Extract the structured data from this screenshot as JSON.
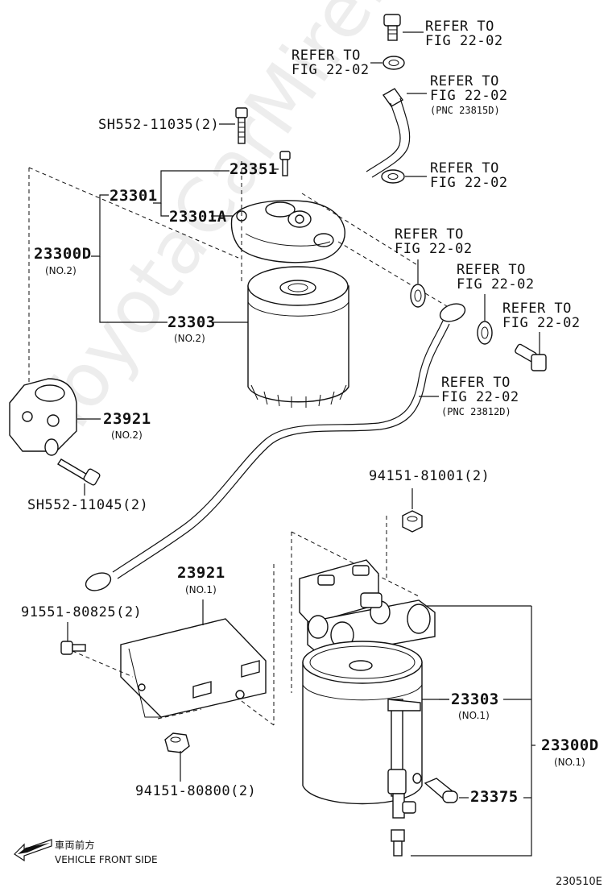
{
  "watermark": "ToyotaCarMire.ru",
  "figure_id": "230510E",
  "direction": {
    "jp": "車両前方",
    "en": "VEHICLE FRONT SIDE"
  },
  "refer": {
    "r1": [
      "REFER TO",
      "FIG 22-02"
    ],
    "r2": [
      "REFER TO",
      "FIG 22-02"
    ],
    "r3": [
      "REFER TO",
      "FIG 22-02",
      "(PNC 23815D)"
    ],
    "r4": [
      "REFER TO",
      "FIG 22-02"
    ],
    "r5": [
      "REFER TO",
      "FIG 22-02"
    ],
    "r6": [
      "REFER TO",
      "FIG 22-02"
    ],
    "r7": [
      "REFER TO",
      "FIG 22-02"
    ],
    "r8": [
      "REFER TO",
      "FIG 22-02",
      "(PNC 23812D)"
    ]
  },
  "parts": {
    "sh552_11035": "SH552-11035(2)",
    "p23351": "23351",
    "p23301": "23301",
    "p23301a": "23301A",
    "p23300d_top": "23300D",
    "p23300d_top_sub": "(NO.2)",
    "p23303_top": "23303",
    "p23303_top_sub": "(NO.2)",
    "p23921_top": "23921",
    "p23921_top_sub": "(NO.2)",
    "sh552_11045": "SH552-11045(2)",
    "p94151_81001": "94151-81001(2)",
    "p23921_bot": "23921",
    "p23921_bot_sub": "(NO.1)",
    "p91551_80825": "91551-80825(2)",
    "p23303_bot": "23303",
    "p23303_bot_sub": "(NO.1)",
    "p23300d_bot": "23300D",
    "p23300d_bot_sub": "(NO.1)",
    "p23375": "23375",
    "p94151_80800": "94151-80800(2)"
  }
}
